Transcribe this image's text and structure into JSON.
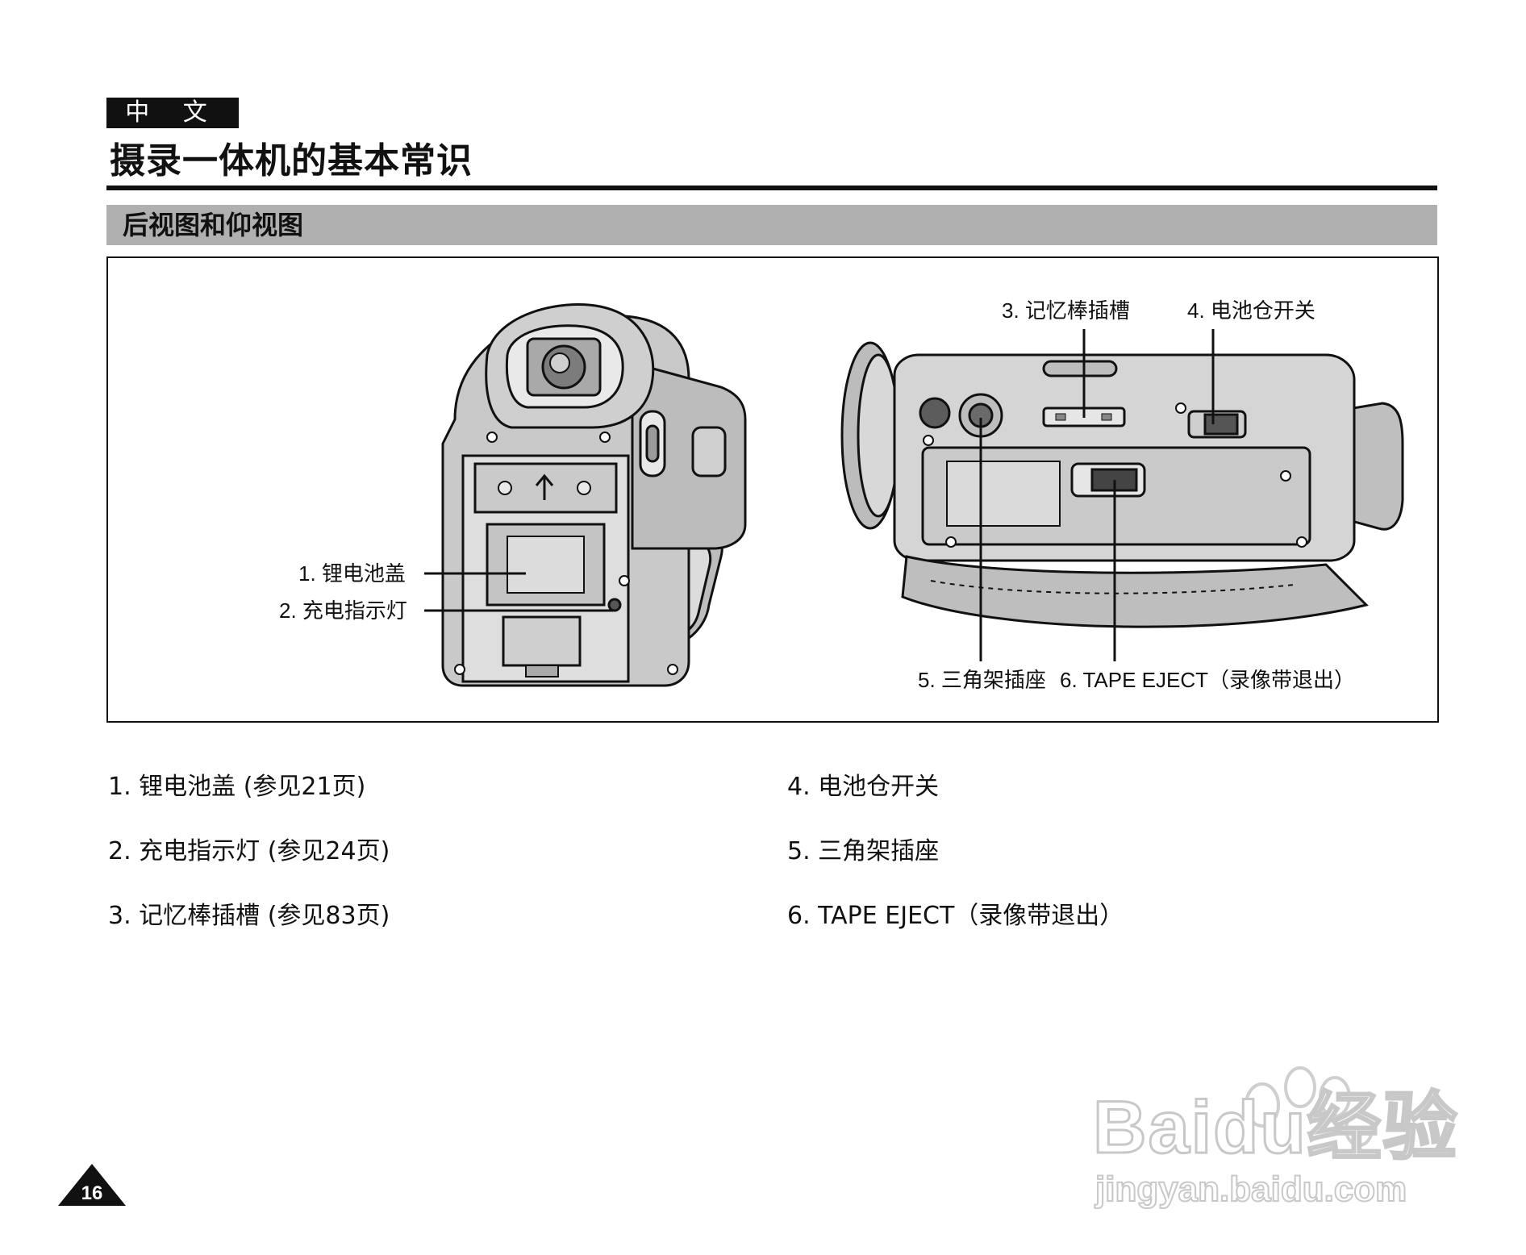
{
  "header": {
    "language_tab": "中 文",
    "title": "摄录一体机的基本常识",
    "section_title": "后视图和仰视图"
  },
  "figure": {
    "callouts": {
      "c1": "1. 锂电池盖",
      "c2": "2. 充电指示灯",
      "c3": "3. 记忆棒插槽",
      "c4": "4. 电池仓开关",
      "c5": "5. 三角架插座",
      "c6": "6. TAPE EJECT（录像带退出）"
    }
  },
  "legend": {
    "left": [
      "1.  锂电池盖 (参见21页)",
      "2.  充电指示灯 (参见24页)",
      "3.  记忆棒插槽 (参见83页)"
    ],
    "right": [
      "4.  电池仓开关",
      "5.  三角架插座",
      "6.  TAPE EJECT（录像带退出）"
    ]
  },
  "footer": {
    "page_number": "16"
  },
  "watermark": {
    "brand": "Baidu经验",
    "url": "jingyan.baidu.com"
  }
}
